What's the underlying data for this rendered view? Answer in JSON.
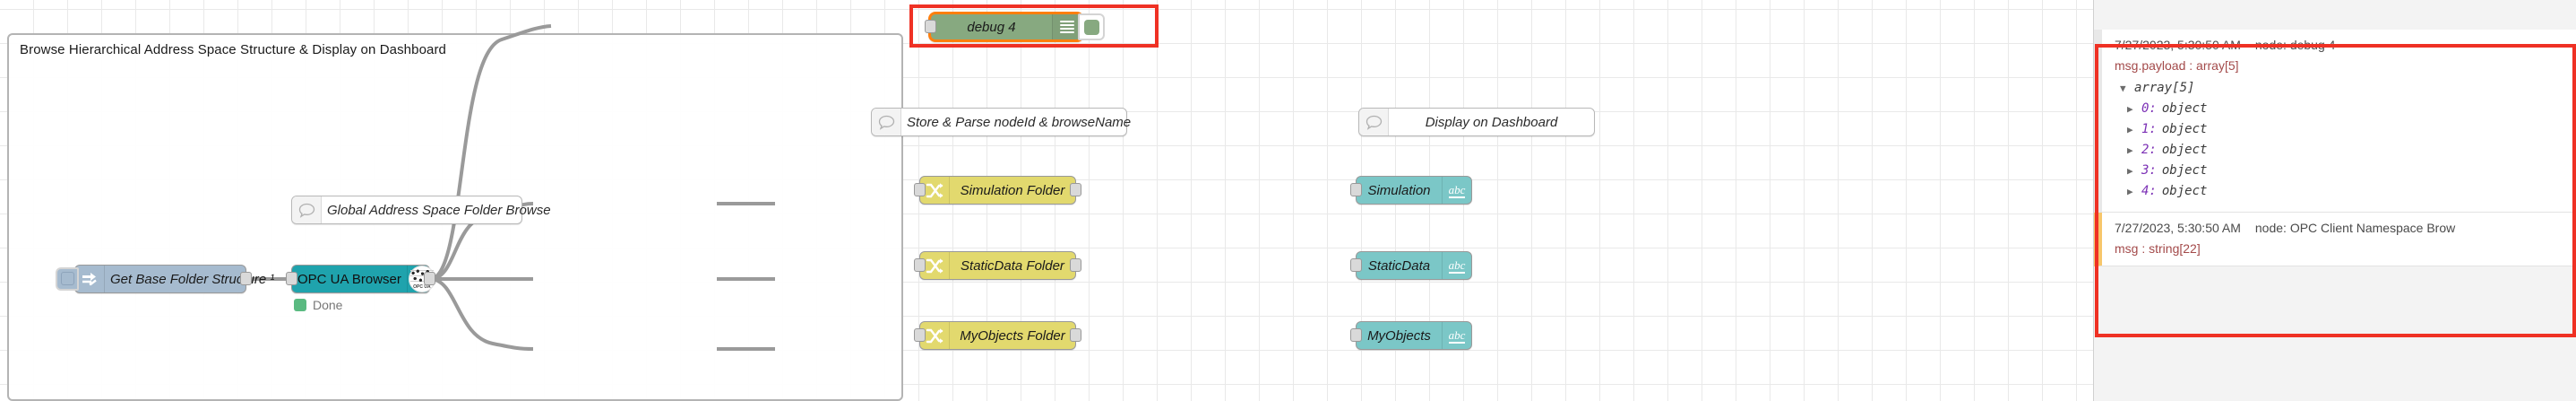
{
  "group": {
    "title": "Browse Hierarchical Address Space Structure & Display on Dashboard"
  },
  "canvas": {
    "nodes": {
      "inject": {
        "label": "Get Base Folder Structure ¹",
        "type": "inject",
        "color": "#a6bbcf"
      },
      "comment_global": {
        "label": "Global Address Space Folder Browse",
        "type": "comment"
      },
      "opcua_browser": {
        "label": "OPC UA Browser",
        "type": "opcua",
        "color": "#1fa3ad",
        "status": "Done",
        "status_color": "#5aba81",
        "logo_text": "OPC UA"
      },
      "comment_store": {
        "label": "Store & Parse nodeId & browseName",
        "type": "comment"
      },
      "comment_display": {
        "label": "Display on Dashboard",
        "type": "comment"
      },
      "switch_simulation": {
        "label": "Simulation Folder",
        "type": "switch",
        "color": "#e2d96e"
      },
      "switch_staticdata": {
        "label": "StaticData Folder",
        "type": "switch",
        "color": "#e2d96e"
      },
      "switch_myobjects": {
        "label": "MyObjects Folder",
        "type": "switch",
        "color": "#e2d96e"
      },
      "ui_simulation": {
        "label": "Simulation",
        "type": "ui_text",
        "color": "#7bc7c7",
        "icon_text": "abc"
      },
      "ui_staticdata": {
        "label": "StaticData",
        "type": "ui_text",
        "color": "#7bc7c7",
        "icon_text": "abc"
      },
      "ui_myobjects": {
        "label": "MyObjects",
        "type": "ui_text",
        "color": "#7bc7c7",
        "icon_text": "abc"
      },
      "debug": {
        "label": "debug 4",
        "type": "debug",
        "color": "#87a980",
        "selected": true,
        "selection_color": "#ff7f0e"
      }
    }
  },
  "sidebar": {
    "messages": [
      {
        "timestamp": "7/27/2023, 5:30:50 AM",
        "node": "node: debug 4",
        "topic": "msg.payload : array[5]",
        "root": {
          "caret": "▼",
          "label": "array[5]"
        },
        "items": [
          {
            "caret": "▶",
            "index": "0:",
            "value": "object"
          },
          {
            "caret": "▶",
            "index": "1:",
            "value": "object"
          },
          {
            "caret": "▶",
            "index": "2:",
            "value": "object"
          },
          {
            "caret": "▶",
            "index": "3:",
            "value": "object"
          },
          {
            "caret": "▶",
            "index": "4:",
            "value": "object"
          }
        ]
      },
      {
        "timestamp": "7/27/2023, 5:30:50 AM",
        "node": "node: OPC Client Namespace Brow",
        "topic": "msg : string[22]"
      }
    ]
  },
  "annotations": {
    "border_color": "#ef3124"
  }
}
